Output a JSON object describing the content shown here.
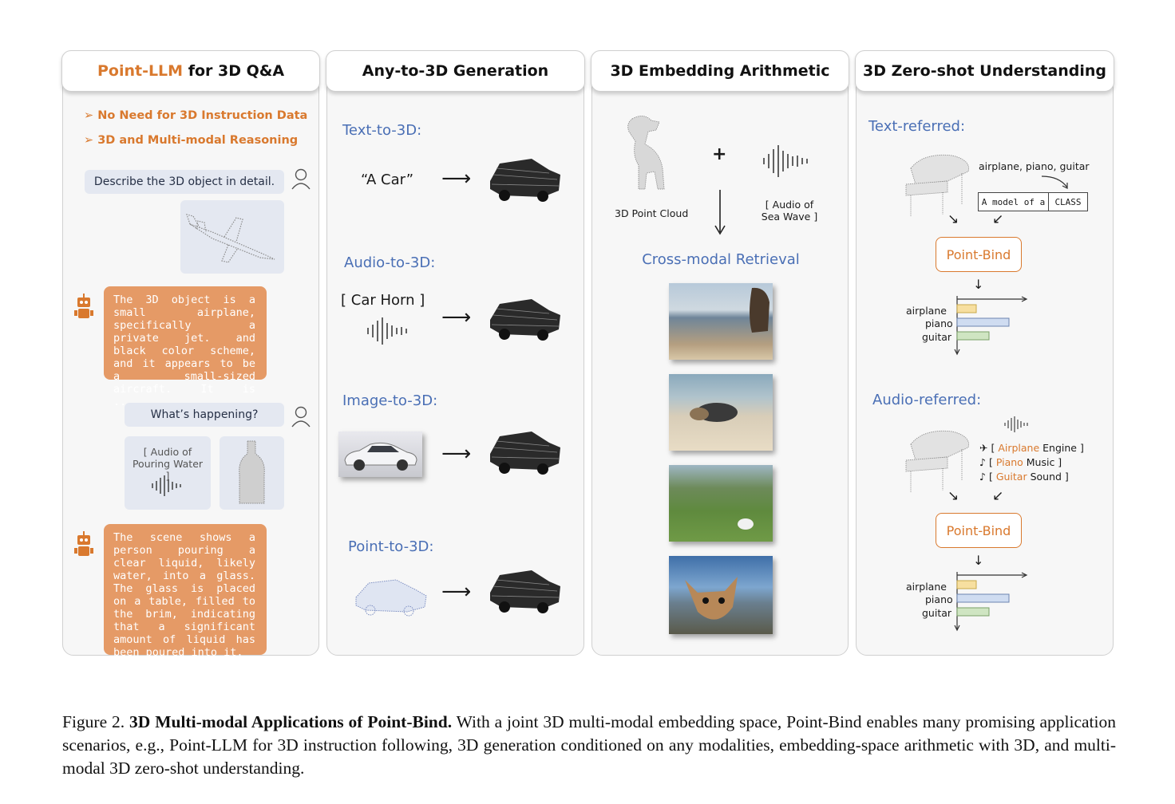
{
  "panels": {
    "p1": {
      "title_highlight": "Point-LLM",
      "title_rest": " for 3D Q&A",
      "bullets": [
        "No Need for 3D Instruction Data",
        "3D and Multi-modal Reasoning"
      ],
      "q1": "Describe the 3D object in detail.",
      "a1": "The 3D object is a small airplane, specifically a private jet. and black color scheme, and it appears to be a small-sized aircraft. It is ......",
      "q2": "What’s happening?",
      "audio_tile": "[ Audio of Pouring Water ]",
      "a2": "The scene shows a person pouring a clear liquid, likely water, into a glass. The glass is placed on a table, filled to the brim, indicating that a significant amount of liquid has been poured into it."
    },
    "p2": {
      "title": "Any-to-3D Generation",
      "text_label": "Text-to-3D:",
      "text_input": "“A Car”",
      "audio_label": "Audio-to-3D:",
      "audio_input": "[ Car Horn ]",
      "image_label": "Image-to-3D:",
      "point_label": "Point-to-3D:"
    },
    "p3": {
      "title": "3D Embedding Arithmetic",
      "point_cloud_label": "3D Point Cloud",
      "plus": "+",
      "audio_label": "[ Audio of Sea Wave ]",
      "retrieval_label": "Cross-modal Retrieval"
    },
    "p4": {
      "title": "3D Zero-shot Understanding",
      "text_ref_label": "Text-referred:",
      "classes_text": "airplane, piano, guitar",
      "template_left": "A model of a",
      "template_right": "CLASS",
      "pointbind_1": "Point-Bind",
      "bar_labels": [
        "airplane",
        "piano",
        "guitar"
      ],
      "audio_ref_label": "Audio-referred:",
      "audio_items": [
        {
          "open": "[ ",
          "hl": "Airplane",
          "rest": " Engine ]"
        },
        {
          "open": "[ ",
          "hl": "Piano",
          "rest": " Music ]"
        },
        {
          "open": "[ ",
          "hl": "Guitar",
          "rest": " Sound ]"
        }
      ],
      "pointbind_2": "Point-Bind"
    }
  },
  "bar_chart": {
    "values": [
      0.28,
      0.75,
      0.47
    ],
    "colors": [
      "#f7dfa0",
      "#cfdcf1",
      "#cfe5c2"
    ],
    "borders": [
      "#c9a84a",
      "#6c84b0",
      "#7aa067"
    ]
  },
  "caption": {
    "prefix": "Figure 2. ",
    "bold": "3D Multi-modal Applications of Point-Bind.",
    "text": " With a joint 3D multi-modal embedding space, Point-Bind enables many promising application scenarios, e.g., Point-LLM for 3D instruction following, 3D generation conditioned on any modalities, embedding-space arithmetic with 3D, and multi-modal 3D zero-shot understanding."
  }
}
